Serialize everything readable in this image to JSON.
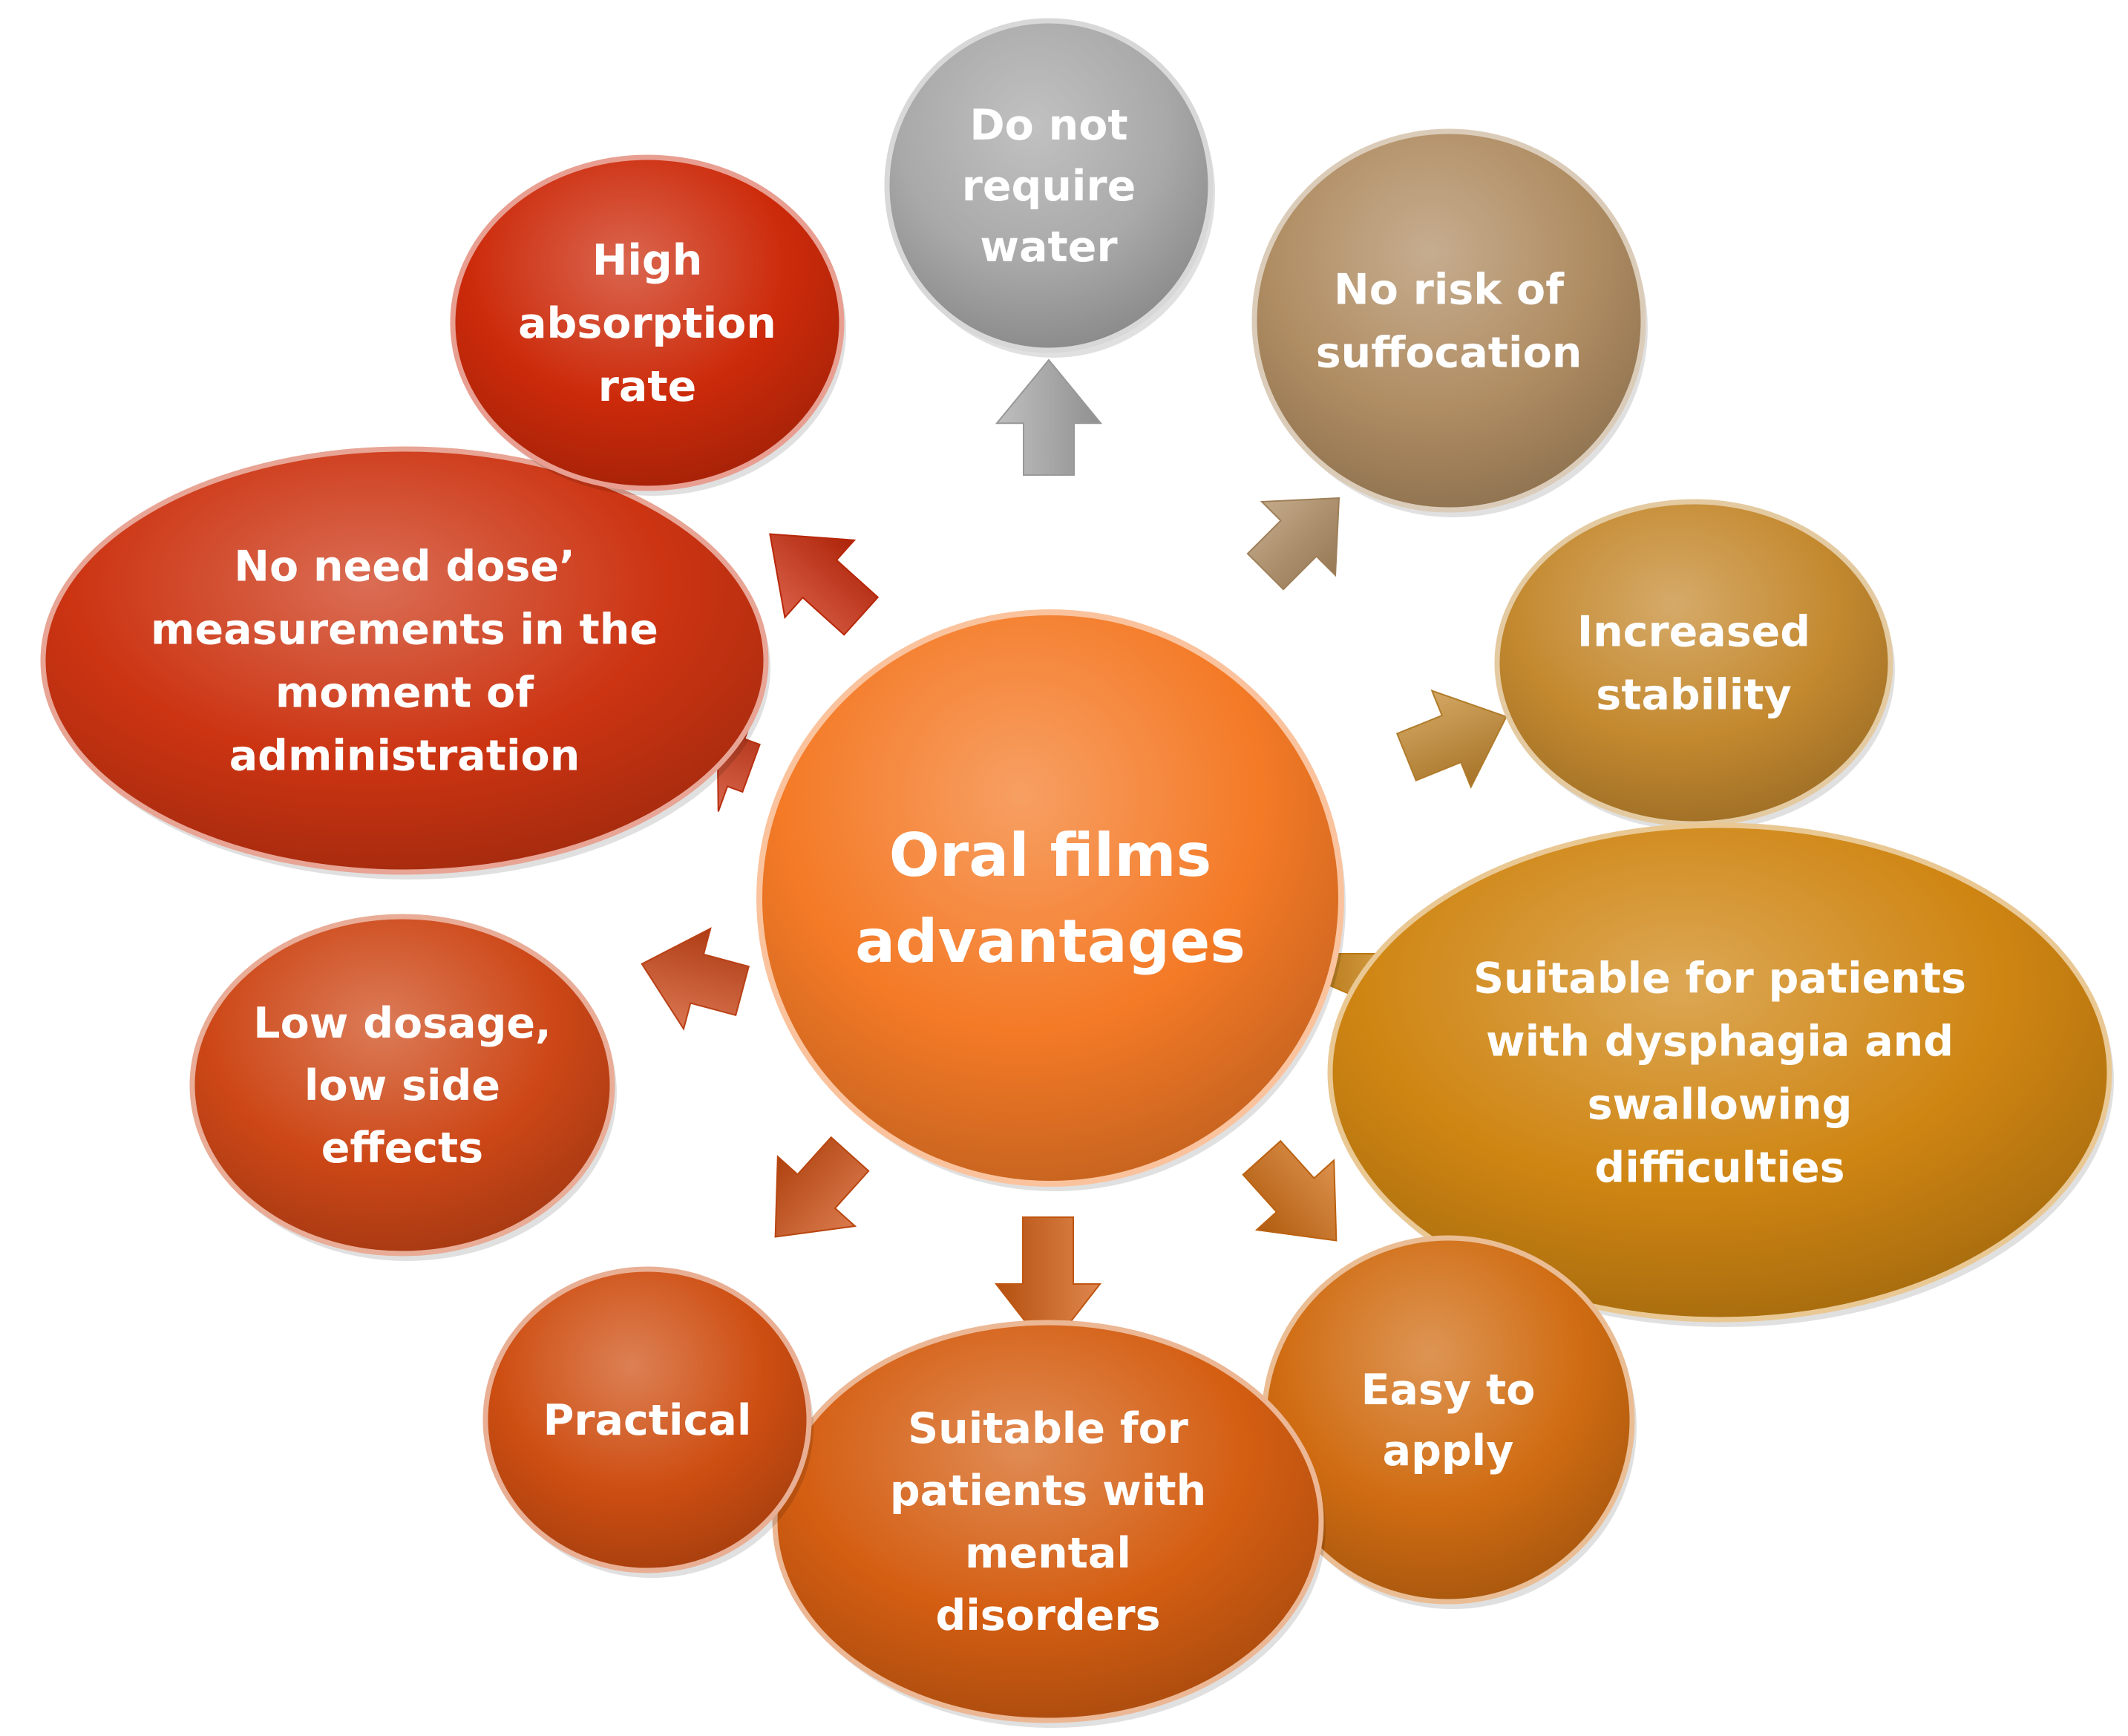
{
  "center": {
    "label_lines": [
      "Oral films",
      "advantages"
    ],
    "color": "#f47a26"
  },
  "nodes": [
    {
      "id": "do-not-require-water",
      "label_lines": [
        "Do not",
        "require",
        "water"
      ],
      "color": "#a9a9a9"
    },
    {
      "id": "no-risk-of-suffocation",
      "label_lines": [
        "No risk of",
        "suffocation"
      ],
      "color": "#b08d63"
    },
    {
      "id": "increased-stability",
      "label_lines": [
        "Increased",
        "stability"
      ],
      "color": "#c4892f"
    },
    {
      "id": "suitable-dysphagia",
      "label_lines": [
        "Suitable for patients",
        "with dysphagia and",
        "swallowing",
        "difficulties"
      ],
      "color": "#cf8512"
    },
    {
      "id": "easy-to-apply",
      "label_lines": [
        "Easy to",
        "apply"
      ],
      "color": "#d06c12"
    },
    {
      "id": "suitable-mental-disorders",
      "label_lines": [
        "Suitable for",
        "patients with",
        "mental",
        "disorders"
      ],
      "color": "#d45e12"
    },
    {
      "id": "practical",
      "label_lines": [
        "Practical"
      ],
      "color": "#ce4e12"
    },
    {
      "id": "low-dosage",
      "label_lines": [
        "Low dosage,",
        "low side",
        "effects"
      ],
      "color": "#cd4717"
    },
    {
      "id": "no-need-dose-measurements",
      "label_lines": [
        "No need dose’",
        "measurements in the",
        "moment of",
        "administration"
      ],
      "color": "#cc3412"
    },
    {
      "id": "high-absorption-rate",
      "label_lines": [
        "High",
        "absorption",
        "rate"
      ],
      "color": "#cc2a0a"
    }
  ]
}
